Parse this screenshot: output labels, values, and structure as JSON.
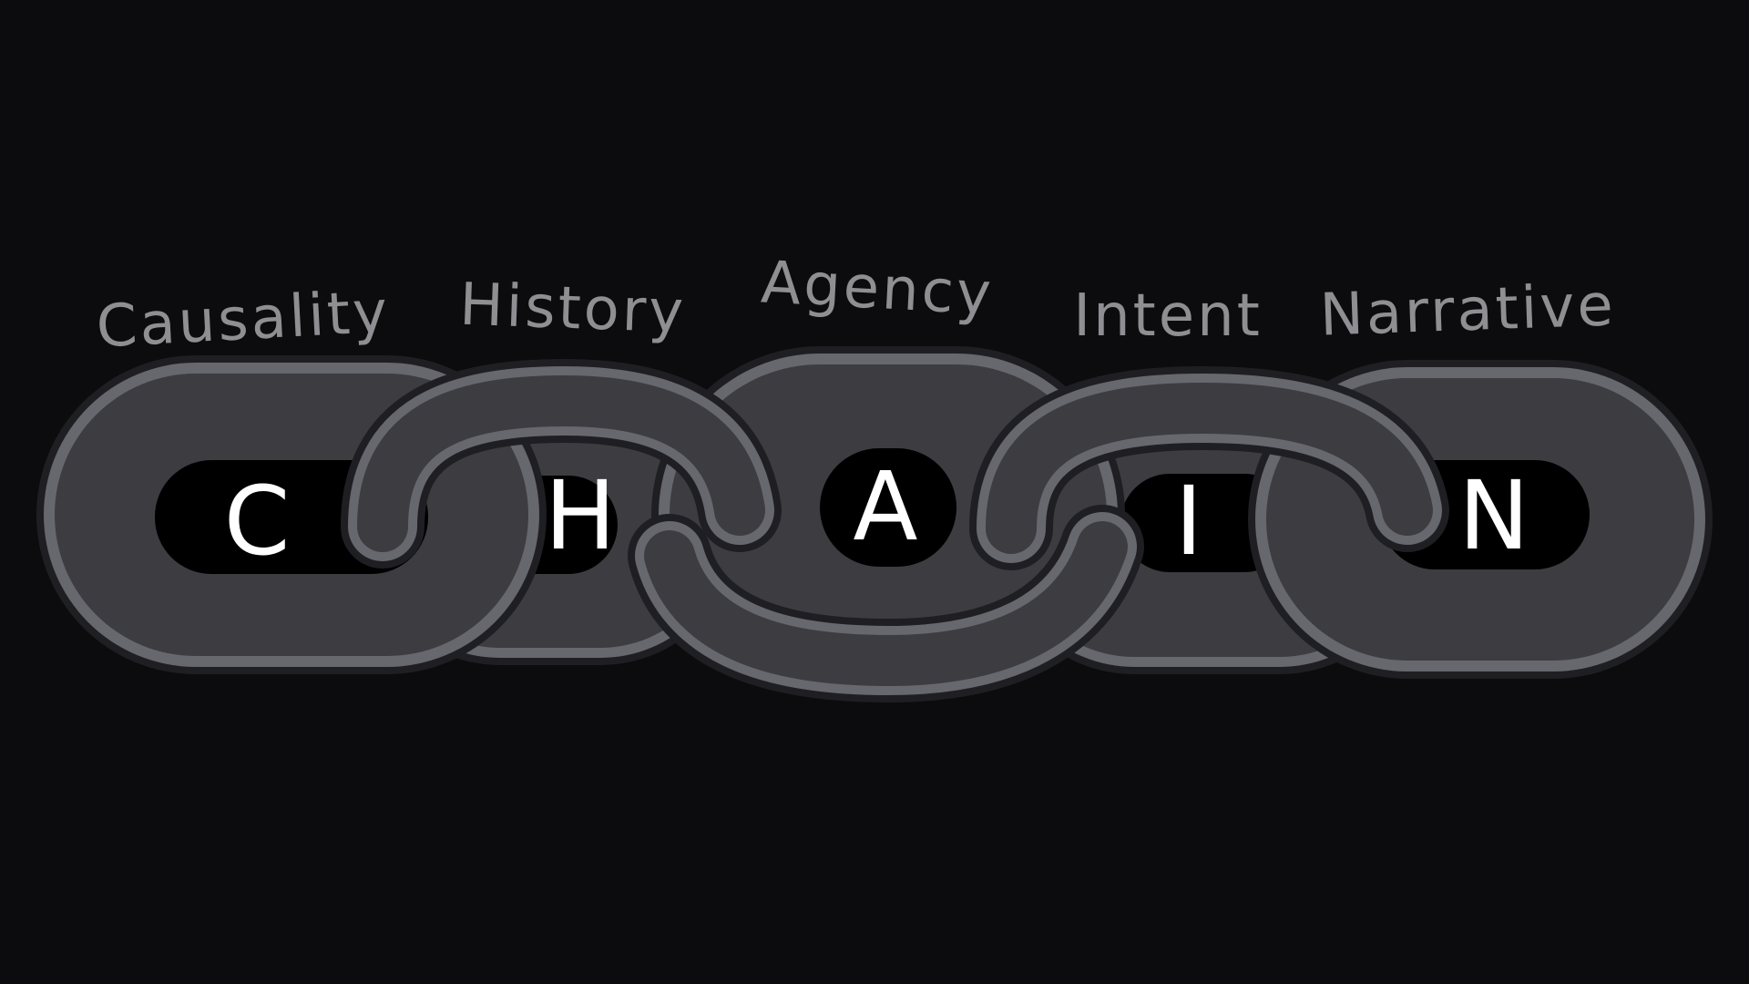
{
  "colors": {
    "background": "#0c0c0e",
    "link_fill": "#3c3c41",
    "link_highlight": "#67676e",
    "link_outline": "#1f1f23",
    "link_hole": "#000000",
    "word_text": "#8e8e93",
    "letter_text": "#ffffff"
  },
  "links": [
    {
      "word": "Causality",
      "letter": "C"
    },
    {
      "word": "History",
      "letter": "H"
    },
    {
      "word": "Agency",
      "letter": "A"
    },
    {
      "word": "Intent",
      "letter": "I"
    },
    {
      "word": "Narrative",
      "letter": "N"
    }
  ]
}
